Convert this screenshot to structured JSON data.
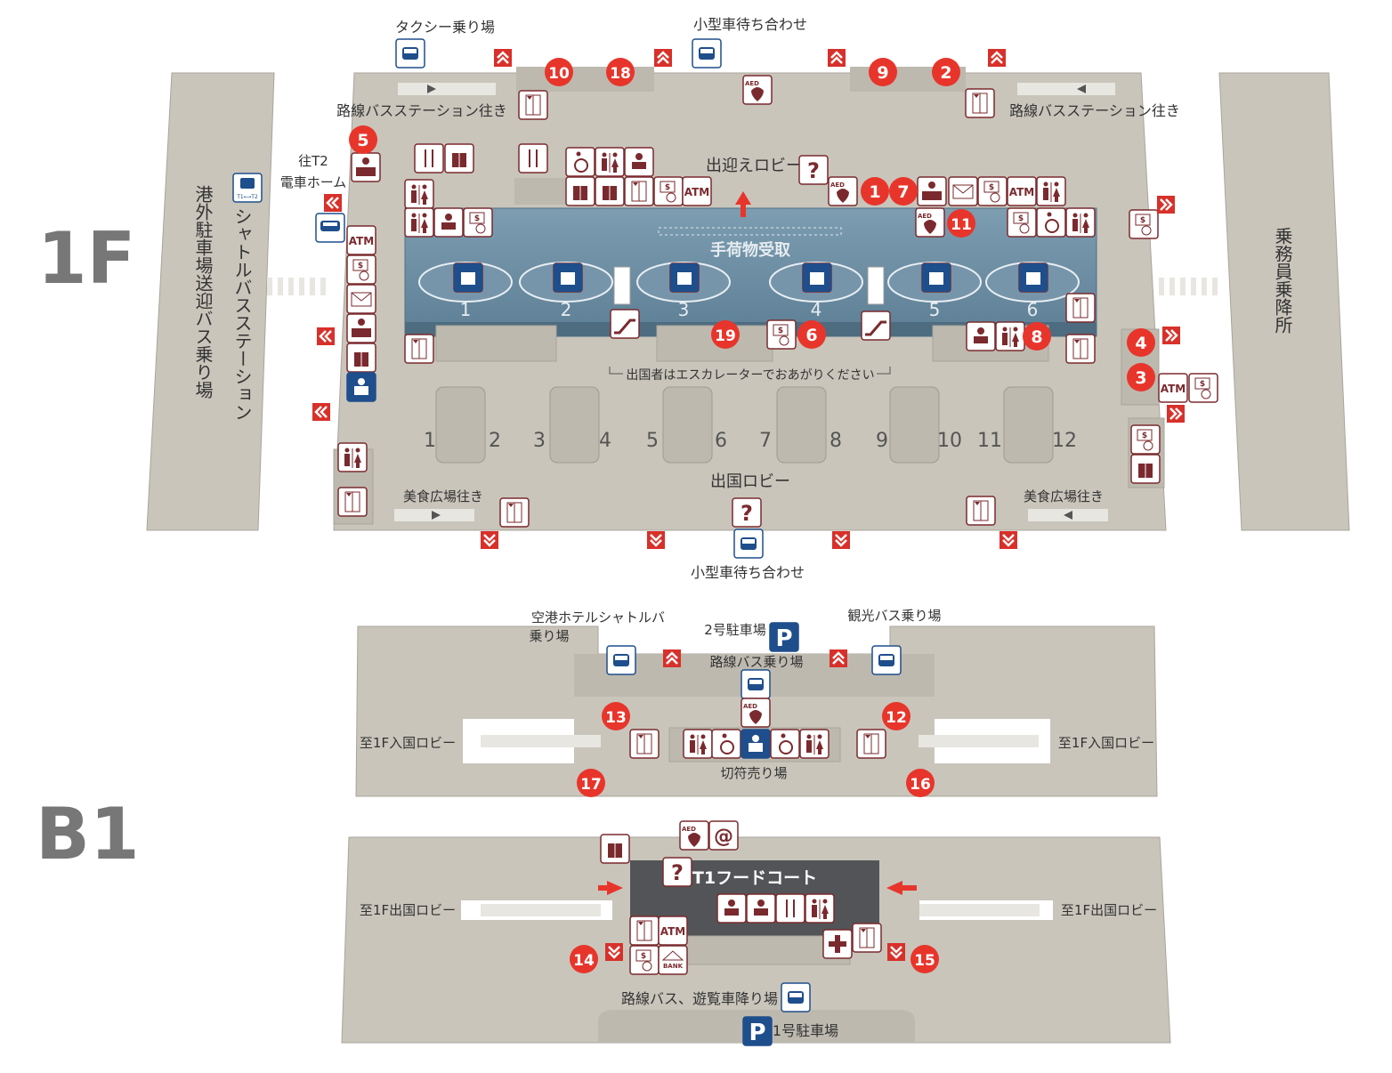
{
  "floors": {
    "f1": "1F",
    "b1": "B1"
  },
  "f1": {
    "taxi": "タクシー乗り場",
    "small_car_top": "小型車待ち合わせ",
    "small_car_bottom": "小型車待ち合わせ",
    "route_bus_left": "路線バスステーション往き",
    "route_bus_right": "路線バスステーション往き",
    "to_t2": "往T2",
    "train_home": "電車ホーム",
    "shuttle_station": "シャトルバスステーション",
    "outer_parking": "港外駐車場送迎バス乗り場",
    "crew_area": "乗務員乗降所",
    "arrival_lobby": "出迎えロビー",
    "baggage_claim": "手荷物受取",
    "departure_lobby": "出国ロビー",
    "escalator_note": "出国者はエスカレーターでおあがりください",
    "food_left": "美食広場往き",
    "food_right": "美食広場往き",
    "belts": [
      "1",
      "2",
      "3",
      "4",
      "5",
      "6"
    ],
    "counters": [
      "1",
      "2",
      "3",
      "4",
      "5",
      "6",
      "7",
      "8",
      "9",
      "10",
      "11",
      "12"
    ],
    "markers": [
      "1",
      "2",
      "3",
      "4",
      "5",
      "6",
      "7",
      "8",
      "9",
      "10",
      "11",
      "18",
      "19"
    ]
  },
  "b1": {
    "hotel_shuttle_1": "空港ホテルシャトルバ",
    "hotel_shuttle_2": "乗り場",
    "parking2": "2号駐車場",
    "route_bus_stop": "路線バス乗り場",
    "tour_bus": "観光バス乗り場",
    "to_arrival_left": "至1F入国ロビー",
    "to_arrival_right": "至1F入国ロビー",
    "ticket": "切符売り場",
    "food_court": "T1フードコート",
    "to_departure_left": "至1F出国ロビー",
    "to_departure_right": "至1F出国ロビー",
    "drop_off": "路線バス、遊覧車降り場",
    "parking1": "1号駐車場",
    "markers": [
      "12",
      "13",
      "14",
      "15",
      "16",
      "17"
    ]
  },
  "icons": {
    "atm": "ATM",
    "aed": "AED",
    "bank": "BANK",
    "at": "@",
    "q": "?",
    "p": "P",
    "t1t2": "T1⟷T2"
  },
  "colors": {
    "floor": "#c9c5bb",
    "floor_edge": "#a9a59b",
    "belt": "#6d8ea3",
    "marker": "#e8352b",
    "icon": "#7a2a2e",
    "blue": "#1f4e8c"
  }
}
